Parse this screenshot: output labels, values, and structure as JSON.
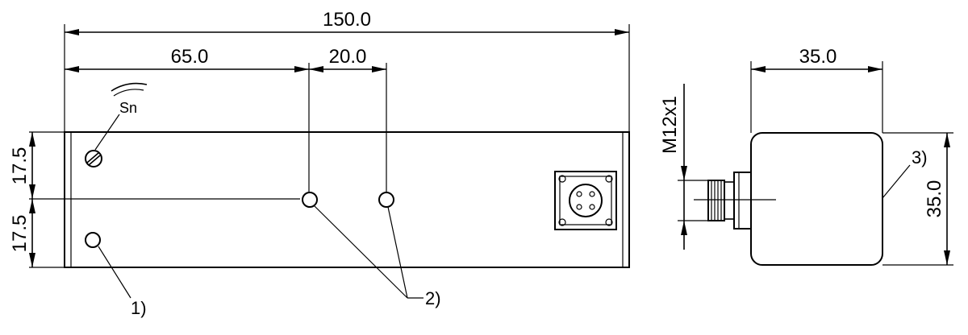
{
  "drawing": {
    "dimensions": {
      "overall_length": "150.0",
      "hole_distance": "65.0",
      "hole_spacing": "20.0",
      "upper_height": "17.5",
      "lower_height": "17.5",
      "side_width": "35.0",
      "side_height": "35.0"
    },
    "thread_label": "M12x1",
    "sensing_symbol": "Sn",
    "callouts": {
      "c1": "1)",
      "c2": "2)",
      "c3": "3)"
    }
  }
}
